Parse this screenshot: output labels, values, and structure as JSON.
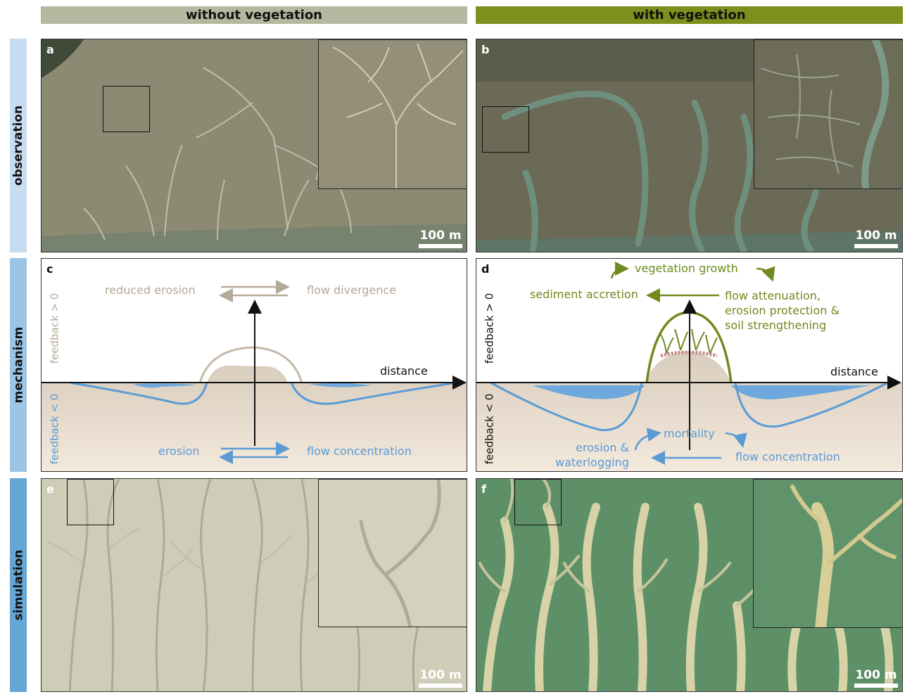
{
  "columns": {
    "left": {
      "title": "without vegetation",
      "color": "#b5b89f"
    },
    "right": {
      "title": "with vegetation",
      "color": "#7d8f1c"
    }
  },
  "rows": {
    "observation": {
      "label": "observation",
      "color": "#c8dcf0"
    },
    "mechanism": {
      "label": "mechanism",
      "color": "#9cc4e4"
    },
    "simulation": {
      "label": "simulation",
      "color": "#66a6d4"
    }
  },
  "panels": {
    "a": {
      "label": "a",
      "scale": "100 m"
    },
    "b": {
      "label": "b",
      "scale": "100 m"
    },
    "c": {
      "label": "c",
      "axis_label": "distance",
      "feedback_pos": "feedback > 0",
      "feedback_neg": "feedback < 0",
      "pos_left": "reduced erosion",
      "pos_right": "flow divergence",
      "neg_left": "erosion",
      "neg_right": "flow concentration"
    },
    "d": {
      "label": "d",
      "axis_label": "distance",
      "feedback_pos": "feedback > 0",
      "feedback_neg": "feedback < 0",
      "veg_growth": "vegetation growth",
      "sediment": "sediment accretion",
      "flow_att_1": "flow attenuation,",
      "flow_att_2": "erosion protection &",
      "flow_att_3": "soil strengthening",
      "mortality": "mortality",
      "erosion_1": "erosion &",
      "erosion_2": "waterlogging",
      "flow_conc": "flow concentration"
    },
    "e": {
      "label": "e",
      "scale": "100 m"
    },
    "f": {
      "label": "f",
      "scale": "100 m"
    }
  },
  "colors": {
    "positive_feedback_bare": "#b5a999",
    "negative_feedback": "#5b9bd5",
    "positive_feedback_veg": "#6f8a1e",
    "sediment": "#c9b8a4",
    "water": "#6ea8dc"
  },
  "icons": [
    "up-arrow-icon",
    "right-arrow-icon",
    "left-arrow-icon",
    "curved-arrow-icon"
  ]
}
